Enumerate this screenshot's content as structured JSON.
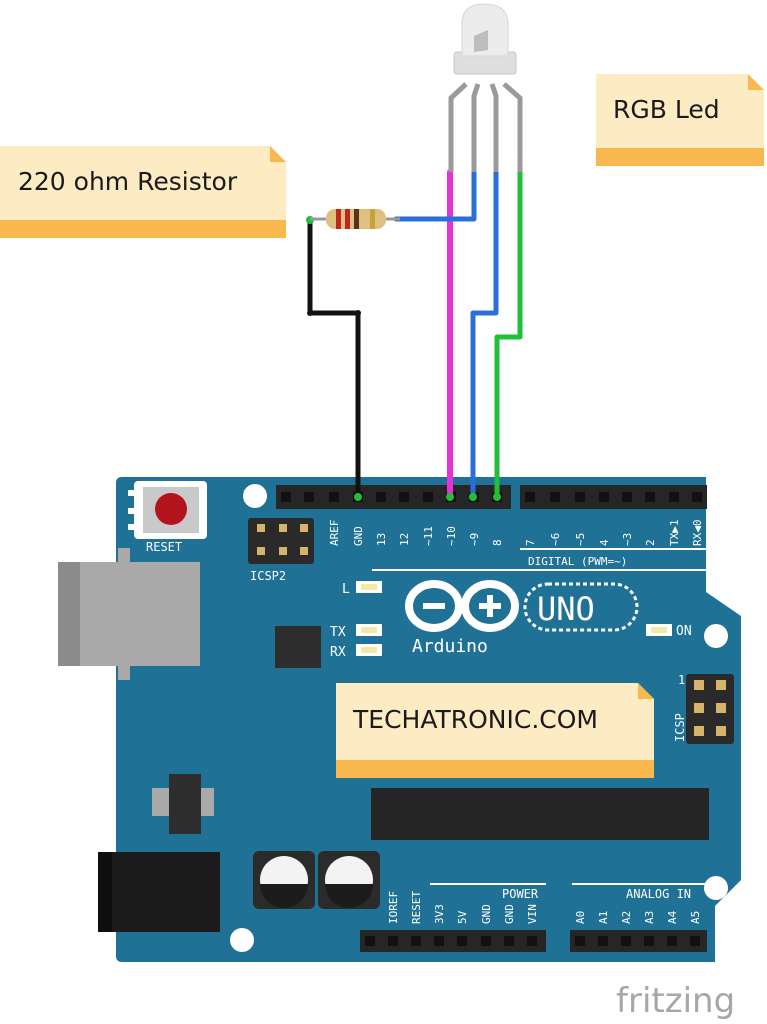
{
  "notes": {
    "resistor": "220 ohm Resistor",
    "led": "RGB Led",
    "site": "TECHATRONIC.COM"
  },
  "board": {
    "reset": "RESET",
    "icsp2": "ICSP2",
    "icsp": "ICSP",
    "icsp_pin1": "1",
    "digital": "DIGITAL (PWM=~)",
    "brand": "Arduino",
    "model": "UNO",
    "on": "ON",
    "led_l": "L",
    "led_tx": "TX",
    "led_rx": "RX",
    "power": "POWER",
    "analog": "ANALOG IN",
    "top_pins": [
      "AREF",
      "GND",
      "13",
      "12",
      "~11",
      "~10",
      "~9",
      "8",
      "7",
      "~6",
      "~5",
      "4",
      "~3",
      "2",
      "TX▶1",
      "RX◀0"
    ],
    "bottom_power_pins": [
      "IOREF",
      "RESET",
      "3V3",
      "5V",
      "GND",
      "GND",
      "VIN"
    ],
    "bottom_analog_pins": [
      "A0",
      "A1",
      "A2",
      "A3",
      "A4",
      "A5"
    ]
  },
  "watermark": "fritzing",
  "colors": {
    "board": "#1f7196",
    "note": "#fdebc4",
    "note_edge": "#f8b84e",
    "wire_black": "#111111",
    "wire_magenta": "#e633d9",
    "wire_blue": "#2b6fd6",
    "wire_green": "#1fbf3a"
  }
}
